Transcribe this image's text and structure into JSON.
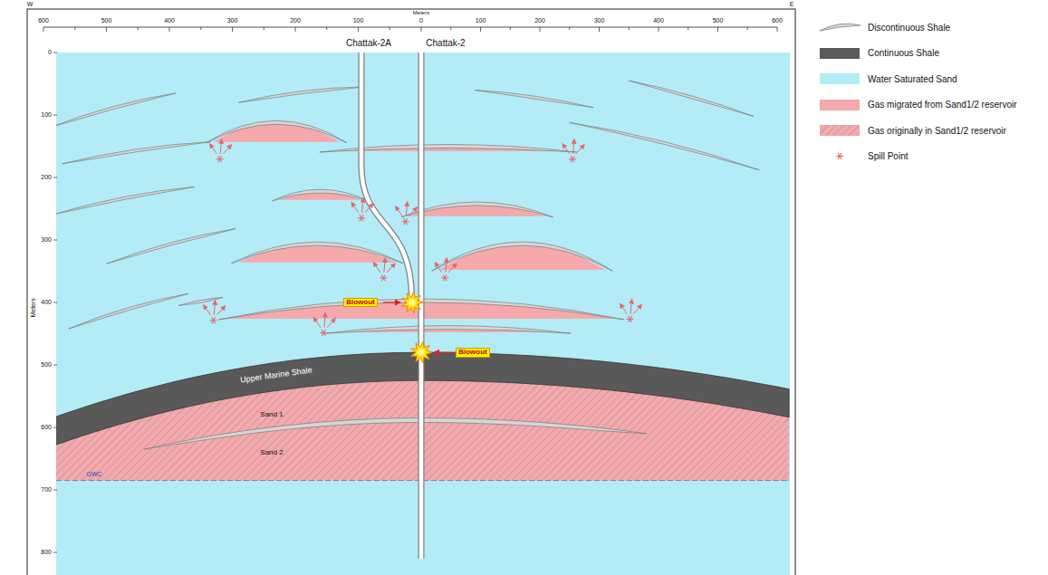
{
  "diagram": {
    "labels": [
      "W",
      "E",
      "Meters",
      "600",
      "500",
      "400",
      "300",
      "200",
      "100",
      "0",
      "100",
      "200",
      "300",
      "400",
      "500",
      "600",
      "Meters",
      "0",
      "100",
      "200",
      "300",
      "400",
      "500",
      "600",
      "700",
      "800",
      "Chattak-2A",
      "Chattak-2",
      "Blowout",
      "Blowout",
      "Upper Marine Shale",
      "Sand 1",
      "Sand 2",
      "GWC"
    ],
    "legend": [
      {
        "text": "Discontinuous Shale"
      },
      {
        "text": "Continuous Shale",
        "color": "#595959"
      },
      {
        "text": "Water Saturated Sand",
        "color": "#b3ecf7"
      },
      {
        "text": "Gas migrated from Sand1/2 reservoir",
        "color": "#f5a9ab"
      },
      {
        "text": "Gas originally in Sand1/2 reservoir"
      },
      {
        "text": "Spill Point"
      }
    ]
  }
}
